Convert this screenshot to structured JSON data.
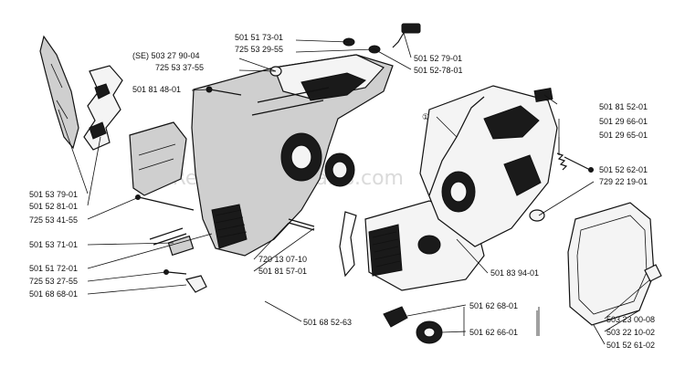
{
  "watermark": "eReplacementParts.com",
  "labels": {
    "l_se503279004": "(SE) 503 27 90-04",
    "l_725533755": "725 53 37-55",
    "l_501814801": "501 81 48-01",
    "l_501517301": "501 51 73-01",
    "l_725532955": "725 53 29-55",
    "l_501527901": "501 52 79-01",
    "l_501527801": "501 52-78-01",
    "l_501815201": "501 81 52-01",
    "l_501296601": "501 29 66-01",
    "l_501296501": "501 29 65-01",
    "l_501526201": "501 52 62-01",
    "l_729221901": "729 22 19-01",
    "l_501537901": "501 53 79-01",
    "l_501528101": "501 52 81-01",
    "l_725534155": "725 53 41-55",
    "l_501537101": "501 53 71-01",
    "l_501517201": "501 51 72-01",
    "l_725532755": "725 53 27-55",
    "l_501686801": "501 68 68-01",
    "l_720130710": "720 13 07-10",
    "l_501815701": "501 81 57-01",
    "l_501685263": "501 68 52-63",
    "l_501839401": "501 83 94-01",
    "l_501626801": "501 62 68-01",
    "l_501626601": "501 62 66-01",
    "l_503230008": "503 23 00-08",
    "l_503221002": "503 22 10-02",
    "l_501526102": "501 52 61-02",
    "circled_one": "①"
  }
}
